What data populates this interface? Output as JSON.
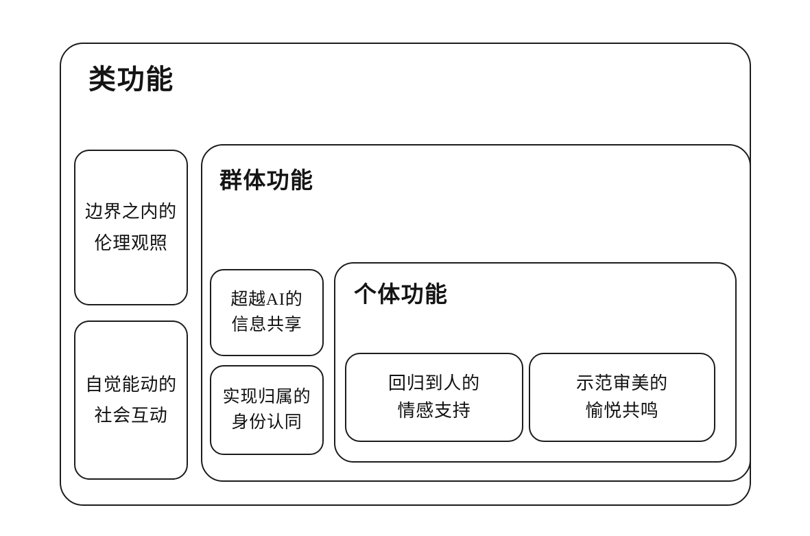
{
  "diagram": {
    "title": "类功能",
    "levels": {
      "class": {
        "label": "类功能",
        "side_boxes": [
          {
            "line1": "边界之内的",
            "line2": "伦理观照"
          },
          {
            "line1": "自觉能动的",
            "line2": "社会互动"
          }
        ]
      },
      "group": {
        "label": "群体功能",
        "side_boxes": [
          {
            "line1": "超越AI的",
            "line2": "信息共享"
          },
          {
            "line1": "实现归属的",
            "line2": "身份认同"
          }
        ]
      },
      "individual": {
        "label": "个体功能",
        "boxes": [
          {
            "line1": "回归到人的",
            "line2": "情感支持"
          },
          {
            "line1": "示范审美的",
            "line2": "愉悦共鸣"
          }
        ]
      }
    },
    "style": {
      "stroke": "#1c1c1c",
      "background": "#ffffff",
      "text": "#111111"
    }
  }
}
